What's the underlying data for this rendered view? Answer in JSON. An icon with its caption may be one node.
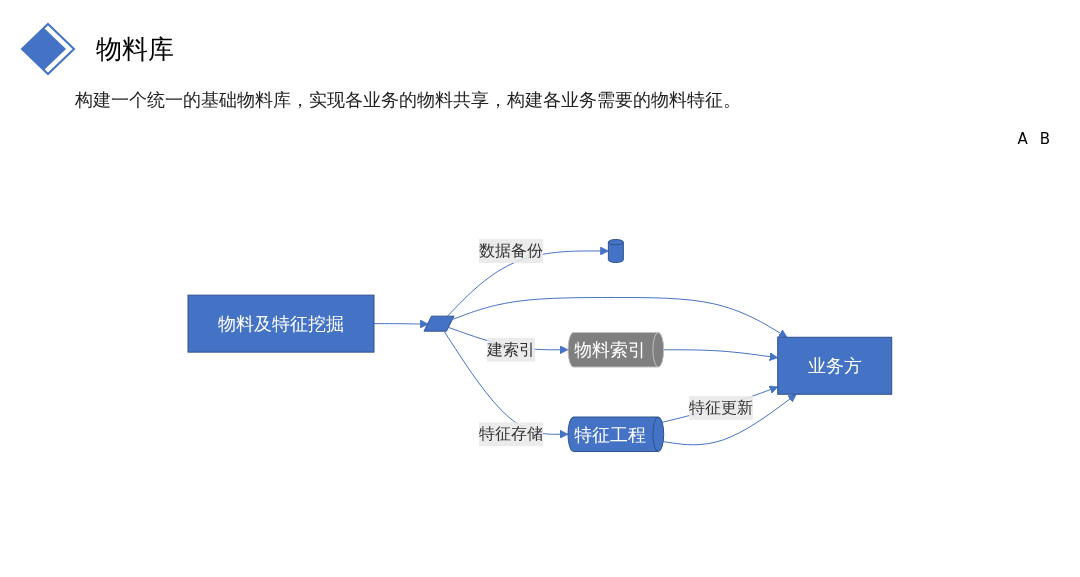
{
  "diagram": {
    "title": "物料库",
    "nodes": [
      {
        "text": [
          "物料及特征挖掘"
        ]
      },
      {
        "text": [],
        "shape": "parallelogram"
      },
      {
        "text": [],
        "shape": "cylinder"
      },
      {
        "text": [
          "业务方"
        ]
      },
      {
        "text": [
          "物料索引"
        ]
      },
      {
        "text": [
          "特征工程"
        ]
      }
    ],
    "edges": [
      {
        "from": 0,
        "to": 1,
        "arrow": "to"
      },
      {
        "from": 1,
        "to": 2,
        "arrow": "to",
        "label": "数据备份"
      },
      {
        "from": 1,
        "to": 3,
        "arrow": "to"
      },
      {
        "from": 1,
        "to": 4,
        "arrow": "to",
        "label": "建索引"
      },
      {
        "from": 1,
        "to": 5,
        "arrow": "to",
        "label": "特征存储"
      },
      {
        "from": 5,
        "to": 3,
        "arrow": "to",
        "label": "特征更新"
      },
      {
        "from": 4,
        "to": 3,
        "arrow": "to"
      },
      {
        "from": 5,
        "to": 3,
        "arrow": "to"
      }
    ],
    "labels": [
      "构建一个统一的基础物料库，实现各业务的物料共享，构建各业务需要的物料特征。",
      "A",
      "B"
    ]
  }
}
